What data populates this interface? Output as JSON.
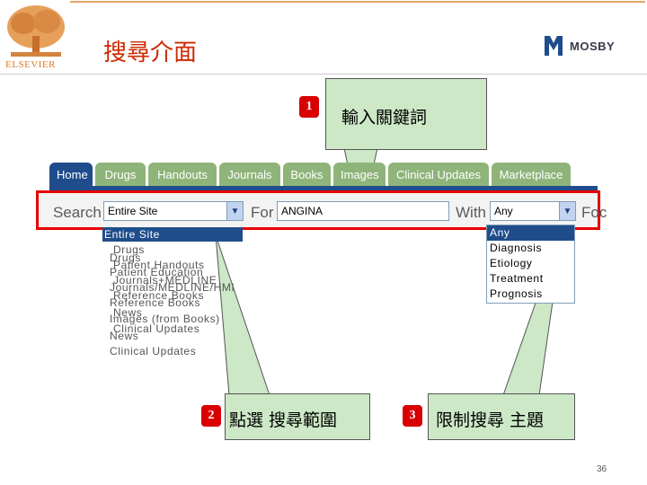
{
  "header": {
    "publisher_logo_text": "ELSEVIER",
    "slide_title": "搜尋介面",
    "brand_name": "MOSBY",
    "brand_color": "#cc2a00"
  },
  "callouts": [
    {
      "number": "1",
      "text": "輸入關鍵詞"
    },
    {
      "number": "2",
      "text": "點選 搜尋範圍"
    },
    {
      "number": "3",
      "text": "限制搜尋 主題"
    }
  ],
  "nav": {
    "tabs": [
      "Home",
      "Drugs",
      "Handouts",
      "Journals",
      "Books",
      "Images",
      "Clinical Updates",
      "Marketplace"
    ],
    "active_tab": "Home",
    "visible_tabs": [
      "Home",
      "Drugs",
      "Handouts",
      "Journals",
      "Books",
      "Images",
      "Clinical Updates",
      "Marketplace"
    ]
  },
  "search": {
    "label": "Search",
    "scope_value": "Entire Site",
    "for_label": "For",
    "query_value": "ANGINA",
    "with_label": "With",
    "topic_value": "Any",
    "focus_label": "Foc"
  },
  "scope_options": [
    "Entire Site",
    "Drugs",
    "Patient Handouts",
    "Journals+MEDLINE",
    "Reference Books",
    "News",
    "Clinical Updates"
  ],
  "scope_options_ghost": [
    "Entire Site",
    "Drugs",
    "Patient Education",
    "Journals/MEDLINE/HMI",
    "Reference Books",
    "Images (from Books)",
    "News",
    "Clinical Updates"
  ],
  "topic_options": [
    "Any",
    "Diagnosis",
    "Etiology",
    "Treatment",
    "Prognosis"
  ],
  "footer": {
    "page_number": "36"
  }
}
